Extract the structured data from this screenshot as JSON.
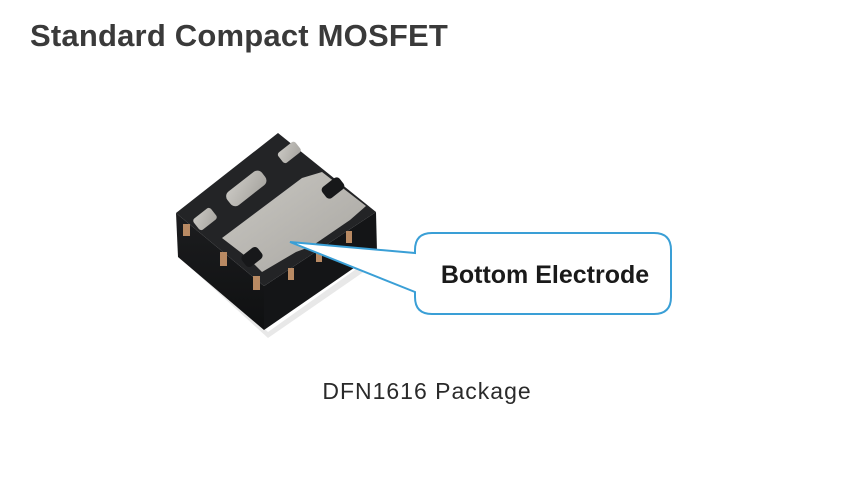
{
  "title": "Standard Compact MOSFET",
  "callout": {
    "label": "Bottom Electrode"
  },
  "caption": "DFN1616 Package",
  "colors": {
    "body_dark": "#17181a",
    "body_top": "#242527",
    "pad_metal": "#b9b7b2",
    "terminal_copper": "#b98a63",
    "callout_border": "#3a9fd6"
  }
}
